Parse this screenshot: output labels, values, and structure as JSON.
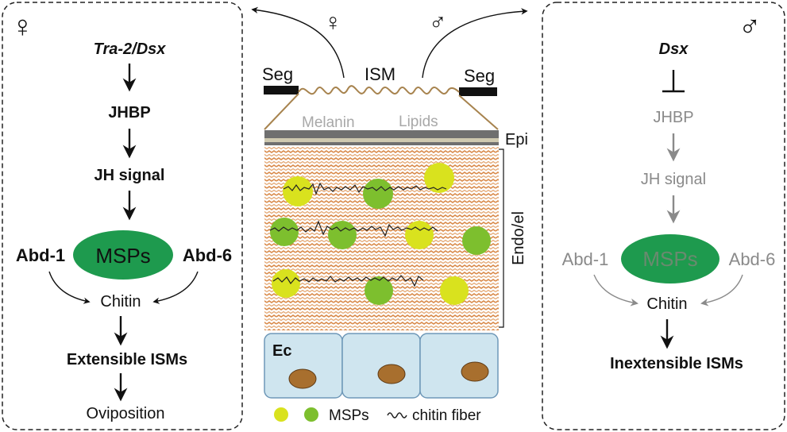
{
  "colors": {
    "black": "#111111",
    "grey": "#8a8a8a",
    "msp_dark_green": "#1e9a4e",
    "msp_light_green": "#d9e21e",
    "msp_green": "#7dbf2e",
    "cell_fill": "#cfe5ef",
    "cell_stroke": "#6f98b8",
    "nucleus": "#a86f2e",
    "endo_pattern": "#d98a4a",
    "epi_layer": "#6f6f6f",
    "epi_beige": "#cfc9b0",
    "ism_line": "#a7834e"
  },
  "left_panel": {
    "symbol": "♀",
    "steps": {
      "s1": "Tra-2/Dsx",
      "s2": "JHBP",
      "s3": "JH signal",
      "msps": "MSPs",
      "abd1": "Abd-1",
      "abd6": "Abd-6",
      "chitin": "Chitin",
      "s5": "Extensible ISMs",
      "s6": "Oviposition"
    }
  },
  "center_panel": {
    "female_symbol": "♀",
    "male_symbol": "♂",
    "seg_left": "Seg",
    "seg_right": "Seg",
    "ism": "ISM",
    "melanin": "Melanin",
    "lipids": "Lipids",
    "epi": "Epi",
    "endo": "Endo/el",
    "ec": "Ec",
    "legend_msps": "MSPs",
    "legend_chitin": "chitin fiber"
  },
  "right_panel": {
    "symbol": "♂",
    "steps": {
      "s1": "Dsx",
      "s2": "JHBP",
      "s3": "JH signal",
      "msps": "MSPs",
      "abd1": "Abd-1",
      "abd6": "Abd-6",
      "chitin": "Chitin",
      "s5": "Inextensible ISMs"
    }
  }
}
